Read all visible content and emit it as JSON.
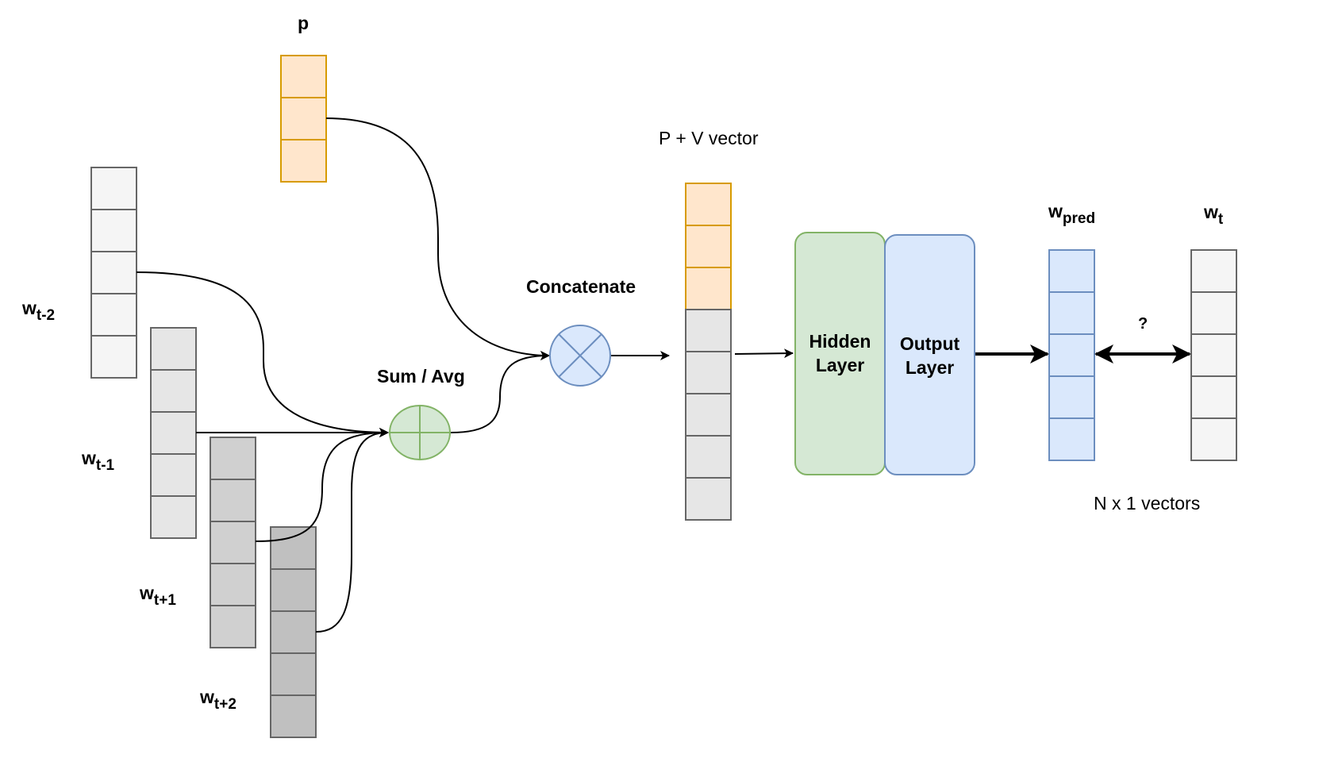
{
  "diagram": {
    "type": "neural-network-architecture",
    "labels": {
      "p": "p",
      "w_t_minus_2": {
        "base": "w",
        "sub": "t-2"
      },
      "w_t_minus_1": {
        "base": "w",
        "sub": "t-1"
      },
      "w_t_plus_1": {
        "base": "w",
        "sub": "t+1"
      },
      "w_t_plus_2": {
        "base": "w",
        "sub": "t+2"
      },
      "sum_avg": "Sum / Avg",
      "concatenate": "Concatenate",
      "pv_vector": "P + V vector",
      "hidden_layer": [
        "Hidden",
        "Layer"
      ],
      "output_layer": [
        "Output",
        "Layer"
      ],
      "w_pred": {
        "base": "w",
        "sub": "pred"
      },
      "w_t": {
        "base": "w",
        "sub": "t"
      },
      "question": "?",
      "vectors_note": "N x 1 vectors"
    },
    "vectors": [
      {
        "id": "p",
        "cells": 3,
        "fill": "#ffe6cc",
        "stroke": "#d79b00"
      },
      {
        "id": "w_t-2",
        "cells": 5,
        "fill": "#f5f5f5",
        "stroke": "#666666"
      },
      {
        "id": "w_t-1",
        "cells": 5,
        "fill": "#e6e6e6",
        "stroke": "#666666"
      },
      {
        "id": "w_t+1",
        "cells": 5,
        "fill": "#d0d0d0",
        "stroke": "#666666"
      },
      {
        "id": "w_t+2",
        "cells": 5,
        "fill": "#c0c0c0",
        "stroke": "#666666"
      },
      {
        "id": "pv_p_part",
        "cells": 3,
        "fill": "#ffe6cc",
        "stroke": "#d79b00"
      },
      {
        "id": "pv_v_part",
        "cells": 5,
        "fill": "#e6e6e6",
        "stroke": "#666666"
      },
      {
        "id": "w_pred",
        "cells": 5,
        "fill": "#dae8fc",
        "stroke": "#6c8ebf"
      },
      {
        "id": "w_t",
        "cells": 5,
        "fill": "#f5f5f5",
        "stroke": "#666666"
      }
    ],
    "nodes": [
      {
        "id": "sum_avg",
        "symbol": "plus",
        "fill": "#d5e8d4",
        "stroke": "#82b366"
      },
      {
        "id": "concatenate",
        "symbol": "cross",
        "fill": "#dae8fc",
        "stroke": "#6c8ebf"
      },
      {
        "id": "hidden_layer",
        "fill": "#d5e8d4",
        "stroke": "#82b366"
      },
      {
        "id": "output_layer",
        "fill": "#dae8fc",
        "stroke": "#6c8ebf"
      }
    ],
    "edges": [
      {
        "from": "w_t-2",
        "to": "sum_avg"
      },
      {
        "from": "w_t-1",
        "to": "sum_avg"
      },
      {
        "from": "w_t+1",
        "to": "sum_avg"
      },
      {
        "from": "w_t+2",
        "to": "sum_avg"
      },
      {
        "from": "sum_avg",
        "to": "concatenate"
      },
      {
        "from": "p",
        "to": "concatenate"
      },
      {
        "from": "concatenate",
        "to": "pv_vector"
      },
      {
        "from": "pv_vector",
        "to": "hidden_layer"
      },
      {
        "from": "output_layer",
        "to": "w_pred"
      },
      {
        "from": "w_pred",
        "to": "w_t",
        "bidirectional": true,
        "label": "?"
      }
    ],
    "colors": {
      "line": "#000000"
    }
  }
}
